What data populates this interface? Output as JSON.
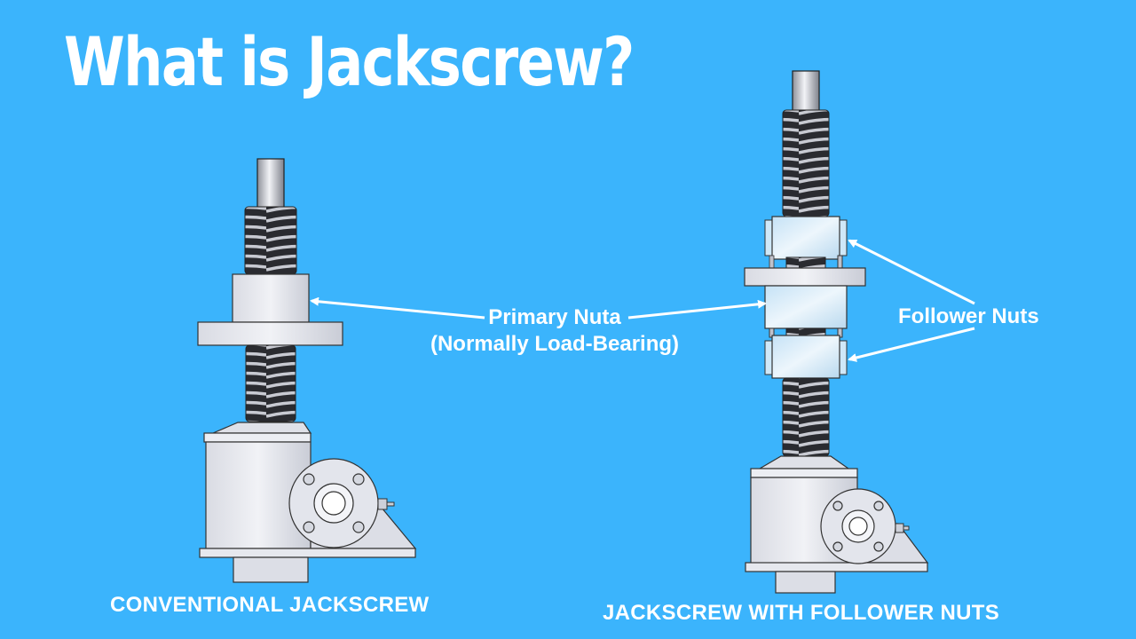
{
  "title": "What is Jackscrew?",
  "labels": {
    "primary_nut": "Primary Nuta",
    "primary_nut_note": "(Normally Load-Bearing)",
    "follower_nuts": "Follower Nuts"
  },
  "captions": {
    "conventional": "CONVENTIONAL JACKSCREW",
    "with_followers": "JACKSCREW WITH FOLLOWER NUTS"
  },
  "colors": {
    "background": "#3bb4fc",
    "text": "#ffffff",
    "metal_light": "#e4e6ee",
    "metal_dark": "#8a8d98",
    "nut_tint": "#cfe8f8",
    "outline": "#1a1a1a"
  }
}
